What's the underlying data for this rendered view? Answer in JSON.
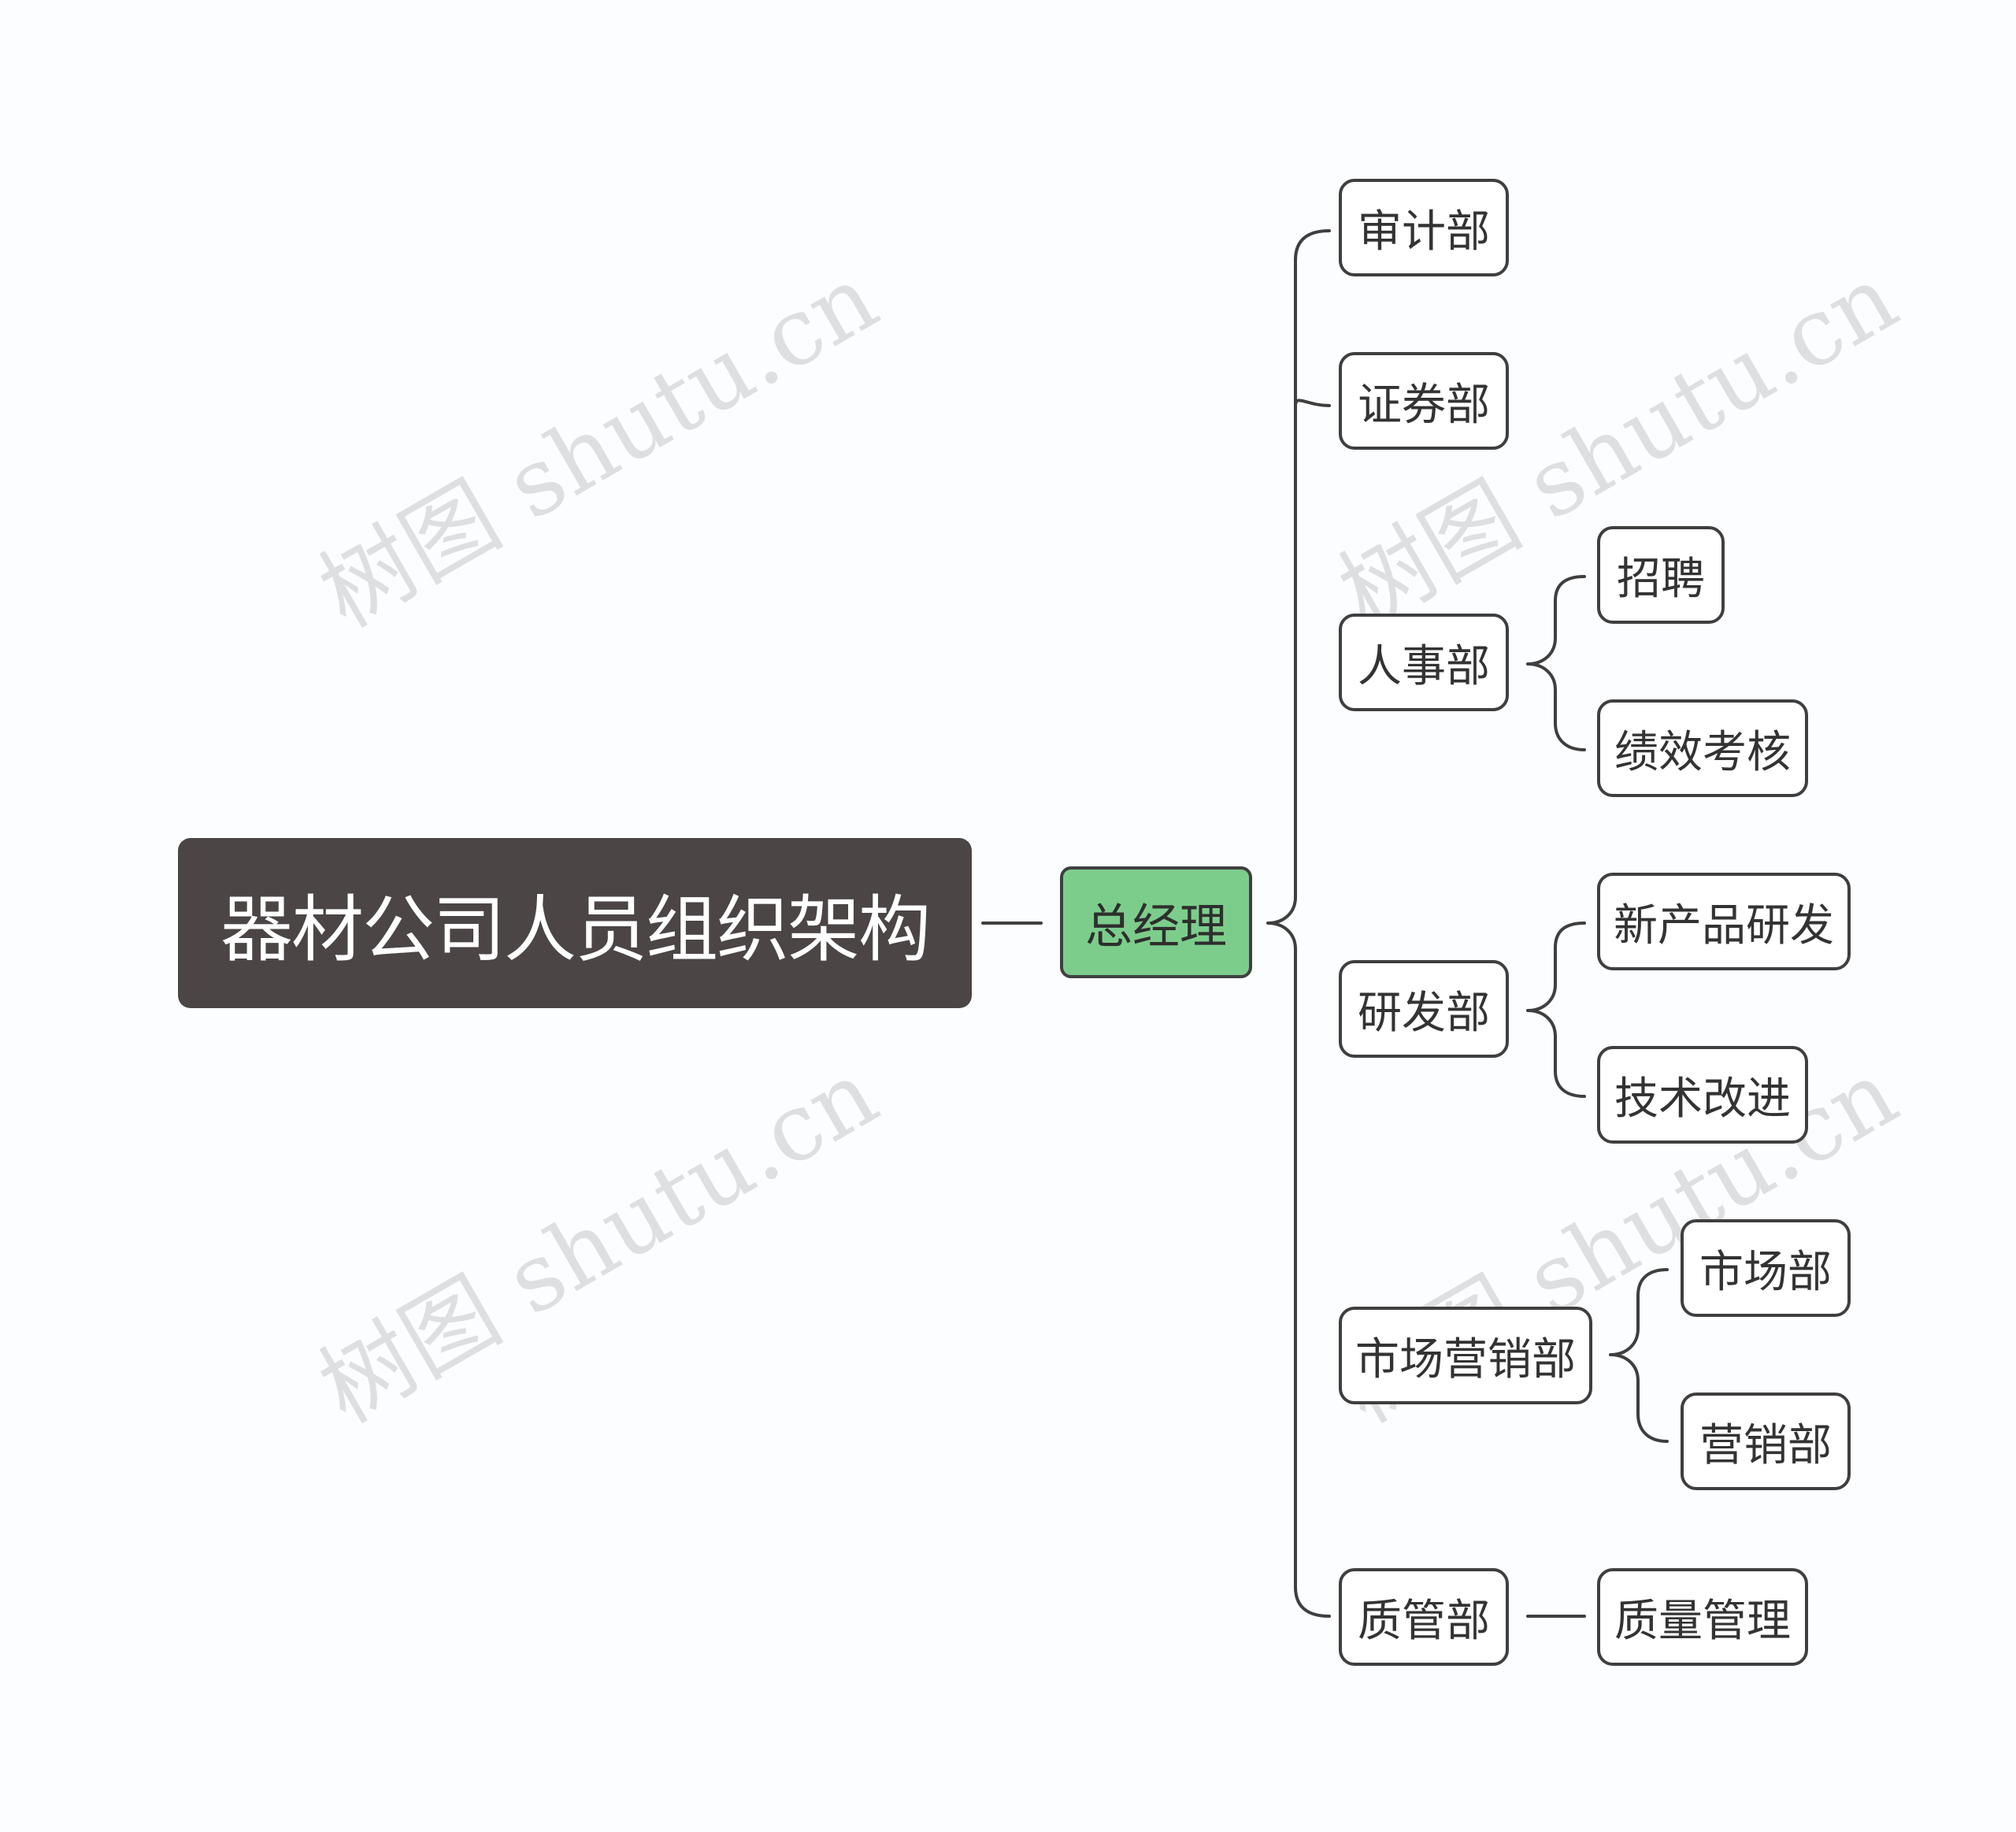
{
  "root": "器材公司人员组织架构",
  "center": "总经理",
  "departments": {
    "audit": "审计部",
    "securities": "证券部",
    "hr": "人事部",
    "rd": "研发部",
    "marketing": "市场营销部",
    "quality": "质管部"
  },
  "subs": {
    "recruit": "招聘",
    "performance": "绩效考核",
    "new_product": "新产品研发",
    "tech_improve": "技术改进",
    "market": "市场部",
    "sales": "营销部",
    "quality_mgmt": "质量管理"
  },
  "watermark": "树图 shutu.cn",
  "colors": {
    "root_fill": "#4b4545",
    "center_fill": "#7ccd8c",
    "line": "#3f3f3f"
  }
}
